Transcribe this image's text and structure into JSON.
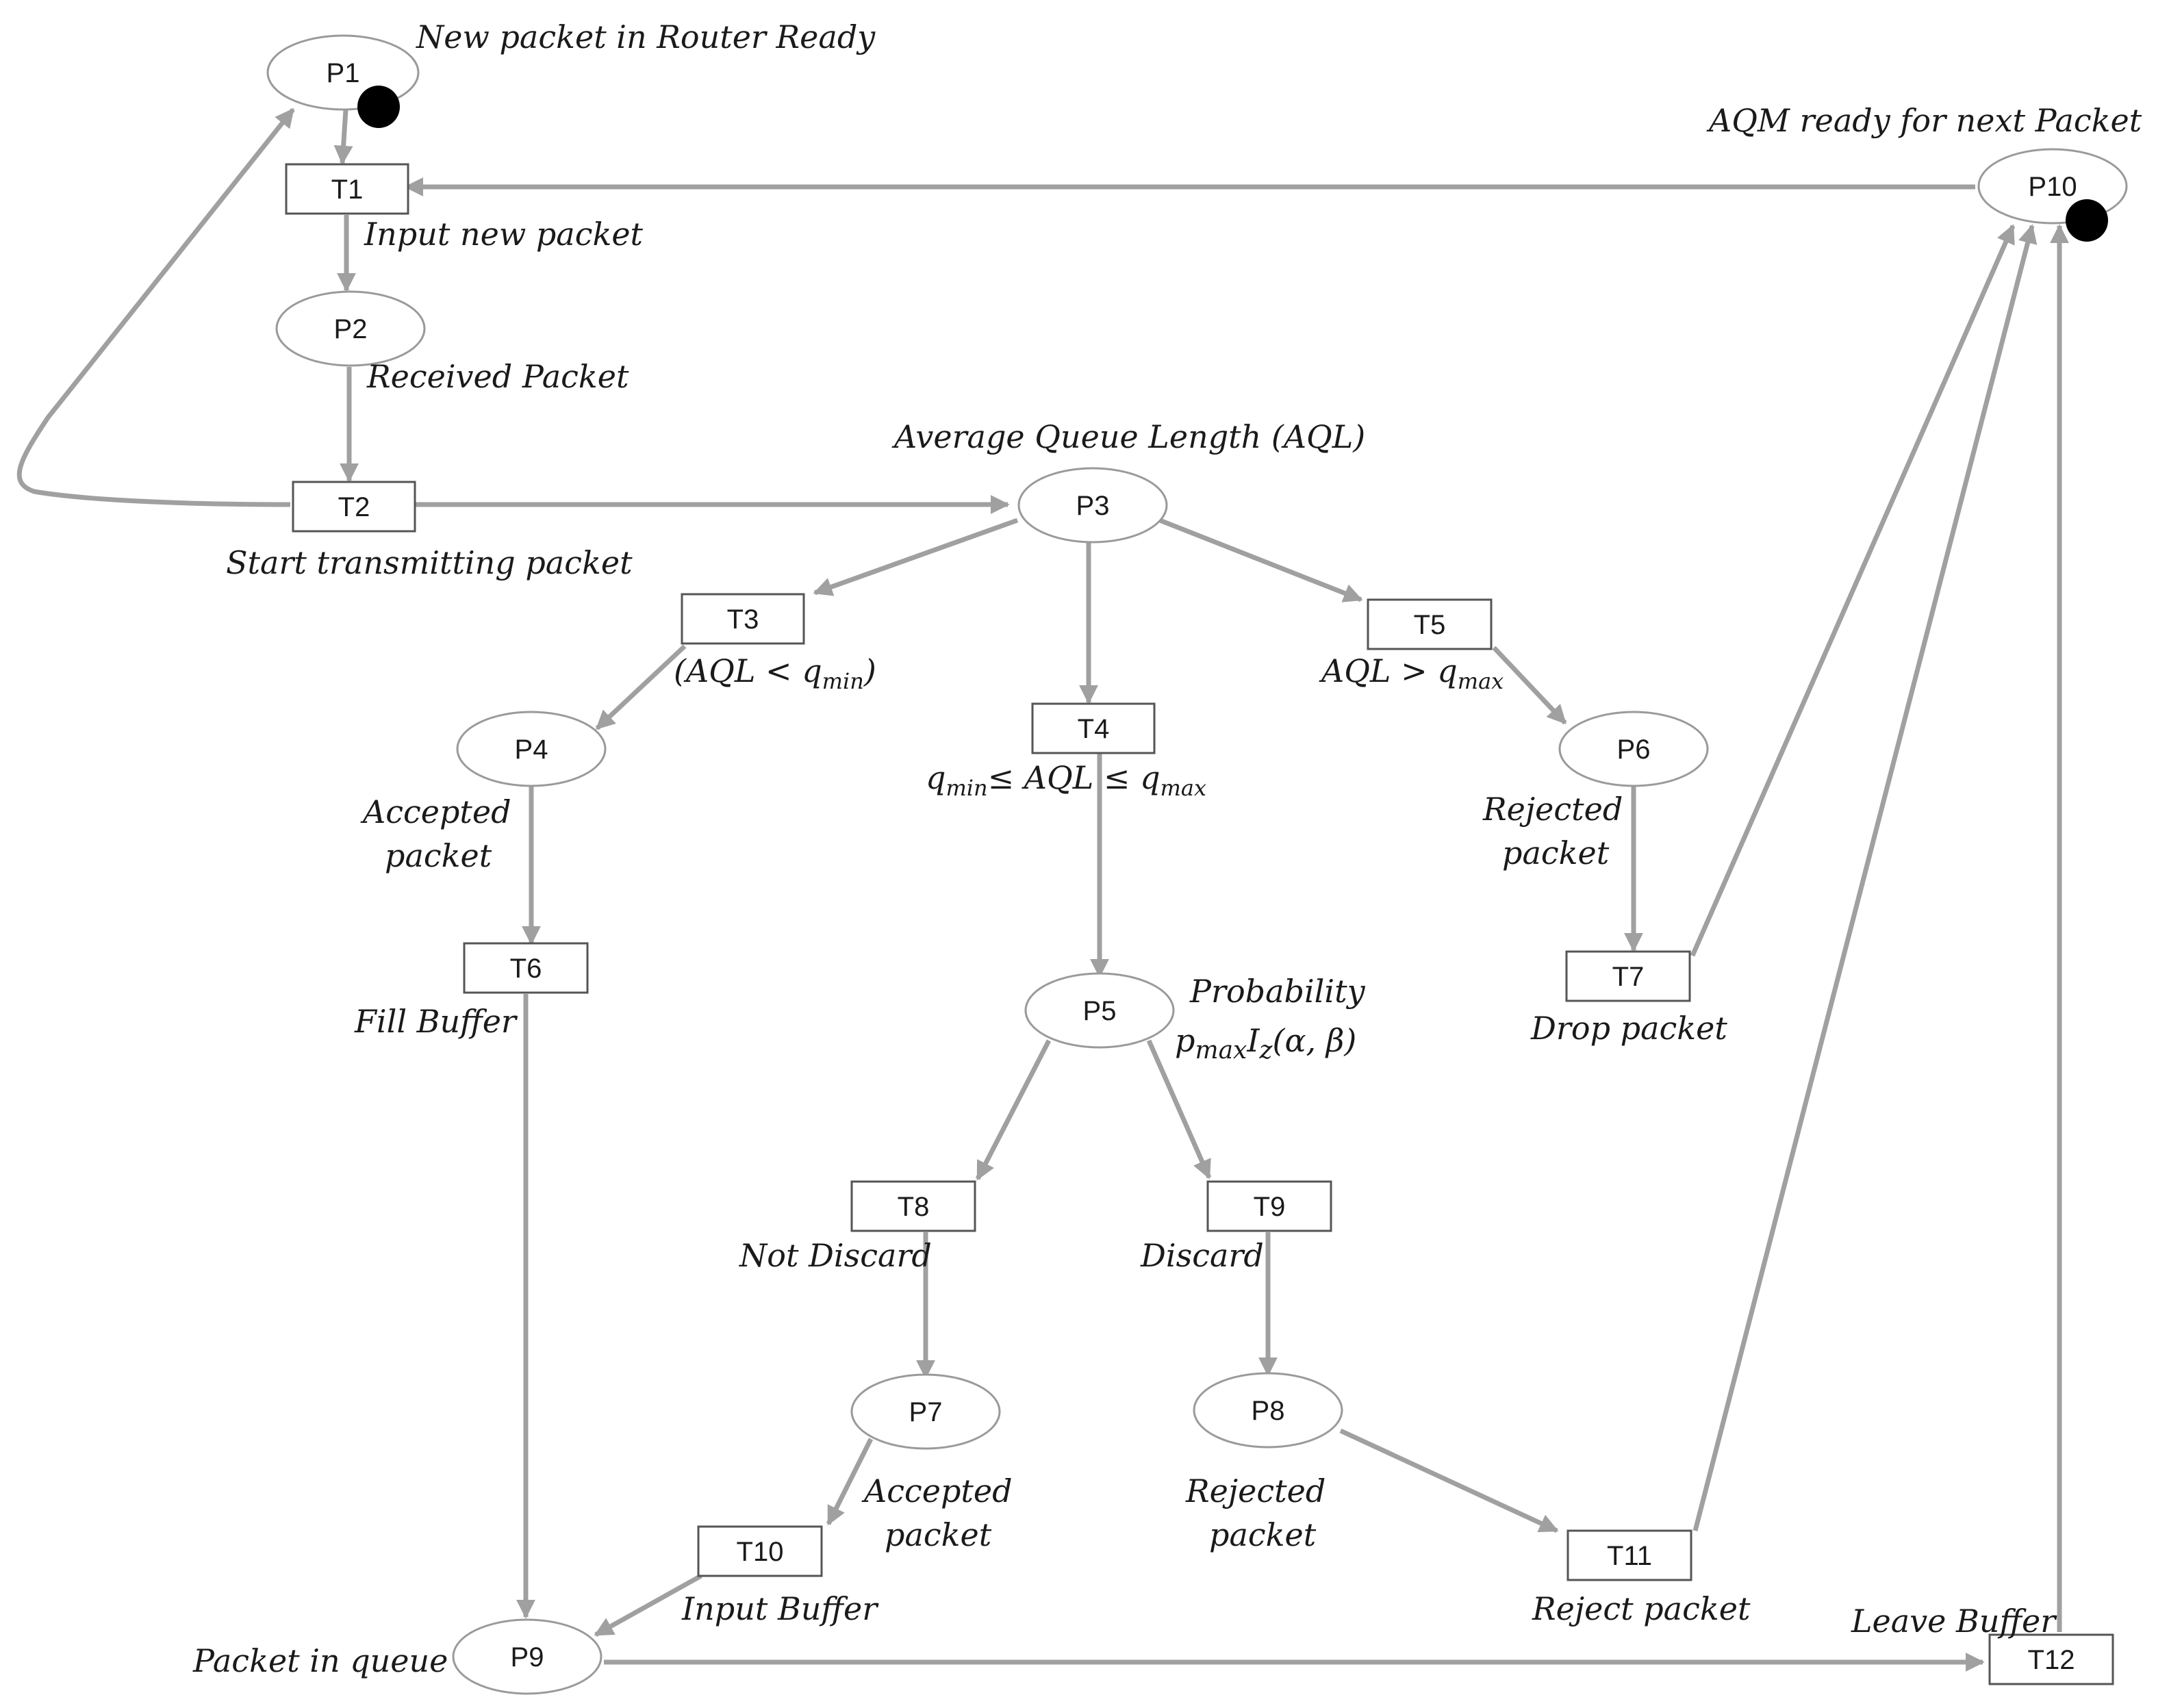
{
  "places": {
    "p1": "P1",
    "p2": "P2",
    "p3": "P3",
    "p4": "P4",
    "p5": "P5",
    "p6": "P6",
    "p7": "P7",
    "p8": "P8",
    "p9": "P9",
    "p10": "P10"
  },
  "transitions": {
    "t1": "T1",
    "t2": "T2",
    "t3": "T3",
    "t4": "T4",
    "t5": "T5",
    "t6": "T6",
    "t7": "T7",
    "t8": "T8",
    "t9": "T9",
    "t10": "T10",
    "t11": "T11",
    "t12": "T12"
  },
  "annotations": {
    "p1": "New packet in Router Ready",
    "t1": "Input new packet",
    "p2": "Received Packet",
    "t2": "Start  transmitting packet",
    "p3": "Average Queue Length (AQL)",
    "t3": "(AQL < q",
    "t3_sub": "min",
    "t3_close": ")",
    "t4_q": "q",
    "t4_sub1": "min",
    "t4_mid": "≤   AQL  ≤ q",
    "t4_sub2": "max",
    "t5": "AQL > q",
    "t5_sub": "max",
    "p4_line1": "Accepted",
    "p4_line2": "packet",
    "t6": "Fill Buffer",
    "p5_line1": "Probability",
    "p5_p": "p",
    "p5_sub1": "max",
    "p5_I": "I",
    "p5_sub2": "z",
    "p5_args": "(α, β)",
    "p6_line1": "Rejected",
    "p6_line2": "packet",
    "t7": "Drop packet",
    "p10": "AQM ready for next Packet",
    "t8": "Not Discard",
    "t9": "Discard",
    "p7_line1": "Accepted",
    "p7_line2": "packet",
    "p8_line1": "Rejected",
    "p8_line2": "packet",
    "t10": "Input Buffer",
    "t11": "Reject packet",
    "p9": "Packet in queue",
    "t12": "Leave Buffer"
  },
  "tokens": {
    "p1": 1,
    "p10": 1
  },
  "colors": {
    "arc": "#a0a0a0",
    "token": "#000000",
    "place_border": "#9a9a9a",
    "transition_border": "#555555"
  }
}
